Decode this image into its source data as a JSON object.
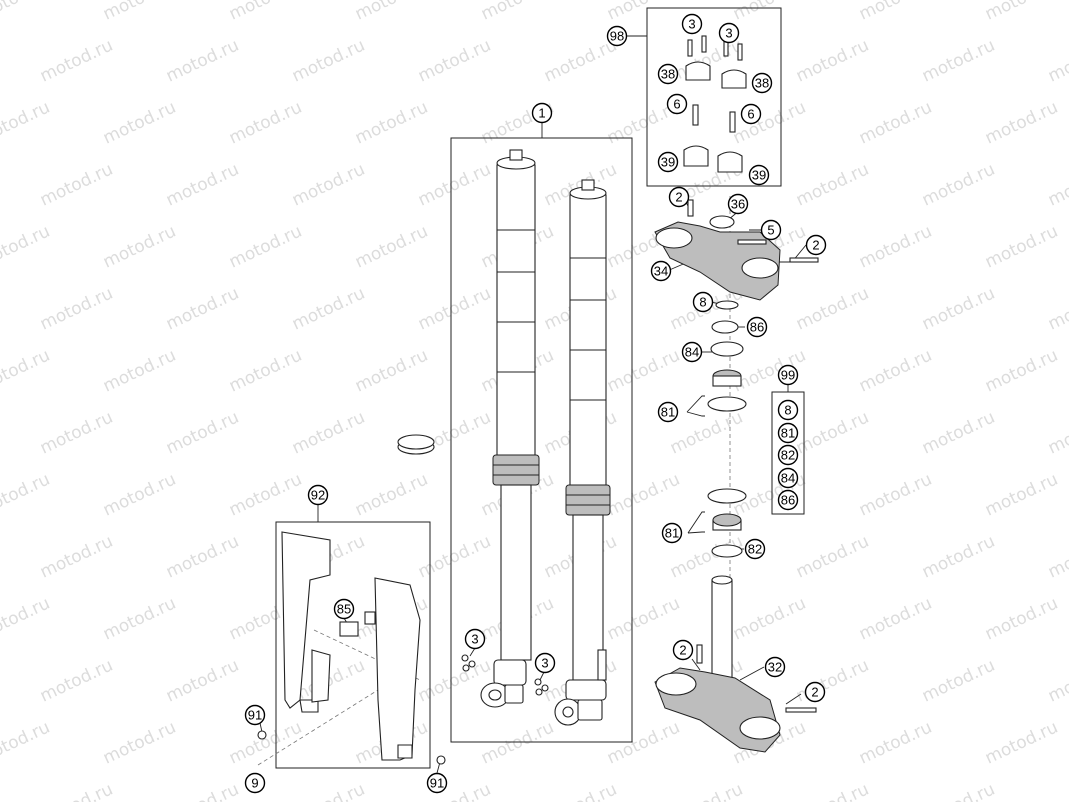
{
  "watermark": "motod.ru",
  "callouts": {
    "c1": "1",
    "c98": "98",
    "c3a": "3",
    "c3b": "3",
    "c38a": "38",
    "c38b": "38",
    "c6a": "6",
    "c6b": "6",
    "c39a": "39",
    "c39b": "39",
    "c2a": "2",
    "c36": "36",
    "c5": "5",
    "c2b": "2",
    "c34": "34",
    "c8": "8",
    "c86": "86",
    "c84": "84",
    "c81a": "81",
    "c99": "99",
    "kit": [
      "8",
      "81",
      "82",
      "84",
      "86"
    ],
    "c81b": "81",
    "c82": "82",
    "c2c": "2",
    "c32": "32",
    "c2d": "2",
    "c92": "92",
    "c85": "85",
    "c3c": "3",
    "c3d": "3",
    "c91a": "91",
    "c91b": "91",
    "c9": "9"
  }
}
